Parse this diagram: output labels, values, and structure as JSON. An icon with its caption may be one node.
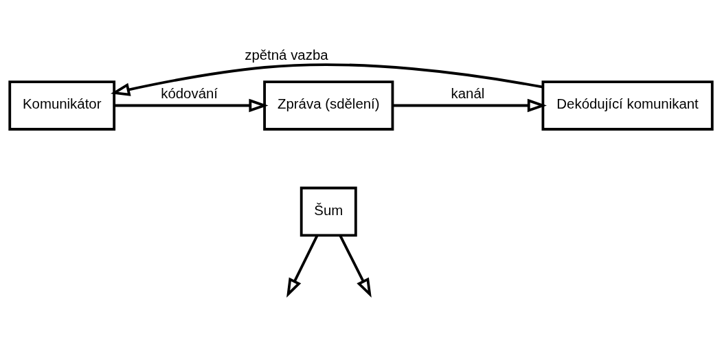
{
  "diagram": {
    "nodes": [
      {
        "text": [
          "Komunikátor"
        ]
      },
      {
        "text": [
          "Zpráva (sdělení)"
        ]
      },
      {
        "text": [
          "Dekódující komunikant"
        ]
      },
      {
        "text": [
          "Šum"
        ]
      }
    ],
    "edges": [
      {
        "from": 0,
        "to": 1,
        "arrow": "to",
        "label": "kódování"
      },
      {
        "from": 1,
        "to": 2,
        "arrow": "to",
        "label": "kanál"
      },
      {
        "from": 3,
        "to": null,
        "arrow": "to"
      },
      {
        "from": 3,
        "to": null,
        "arrow": "to"
      },
      {
        "from": 2,
        "to": 0,
        "arrow": "to",
        "label": "zpětná vazba"
      }
    ]
  }
}
